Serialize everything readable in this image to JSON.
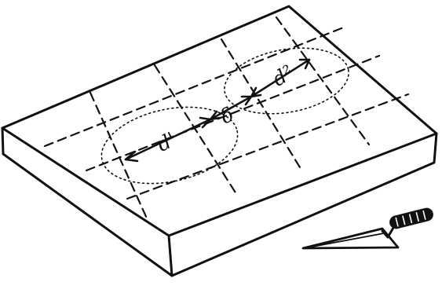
{
  "labels": {
    "d1": "d'",
    "delta": "δ",
    "d2": "d²"
  },
  "colors": {
    "ink": "#111111",
    "paper": "#ffffff"
  }
}
